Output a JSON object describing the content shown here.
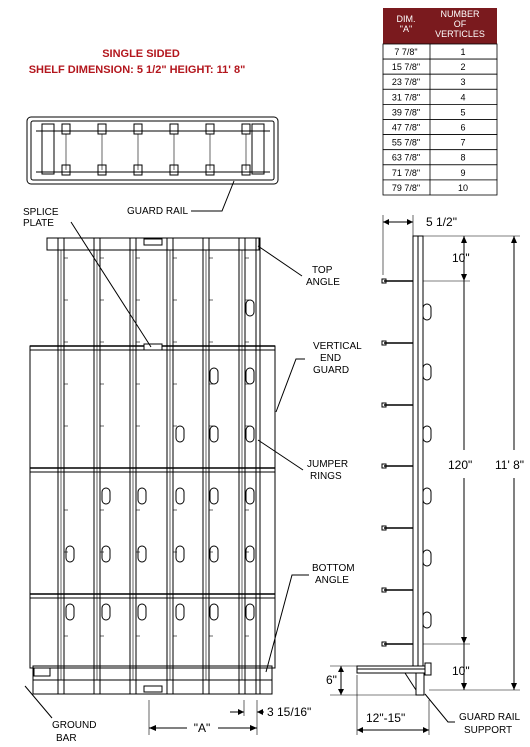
{
  "title": {
    "line1": "SINGLE SIDED",
    "line2": "SHELF DIMENSION:  5 1/2\"     HEIGHT:  11' 8\""
  },
  "colors": {
    "title": "#b3161d",
    "table_header_bg": "#7a1a1e",
    "line": "#000000"
  },
  "table": {
    "headers": [
      "DIM. \"A\"",
      "NUMBER OF VERTICLES"
    ],
    "rows": [
      [
        "7 7/8\"",
        "1"
      ],
      [
        "15 7/8\"",
        "2"
      ],
      [
        "23 7/8\"",
        "3"
      ],
      [
        "31 7/8\"",
        "4"
      ],
      [
        "39 7/8\"",
        "5"
      ],
      [
        "47 7/8\"",
        "6"
      ],
      [
        "55 7/8\"",
        "7"
      ],
      [
        "63 7/8\"",
        "8"
      ],
      [
        "71 7/8\"",
        "9"
      ],
      [
        "79 7/8\"",
        "10"
      ]
    ]
  },
  "labels": {
    "guard_rail": "GUARD RAIL",
    "splice_plate": [
      "SPLICE",
      "PLATE"
    ],
    "top_angle": [
      "TOP",
      "ANGLE"
    ],
    "vertical_end_guard": [
      "VERTICAL",
      "END",
      "GUARD"
    ],
    "jumper_rings": [
      "JUMPER",
      "RINGS"
    ],
    "bottom_angle": [
      "BOTTOM",
      "ANGLE"
    ],
    "ground_bar": [
      "GROUND",
      "BAR"
    ],
    "guard_rail_support": [
      "GUARD RAIL",
      "SUPPORT"
    ]
  },
  "dimensions": {
    "shelf_depth": "5 1/2\"",
    "top_gap": "10\"",
    "middle_span": "120\"",
    "overall_height": "11' 8\"",
    "bottom_gap": "10\"",
    "base_height": "6\"",
    "base_depth": "12\"-15\"",
    "dim_a": "\"A\"",
    "end_offset": "3 15/16\""
  }
}
